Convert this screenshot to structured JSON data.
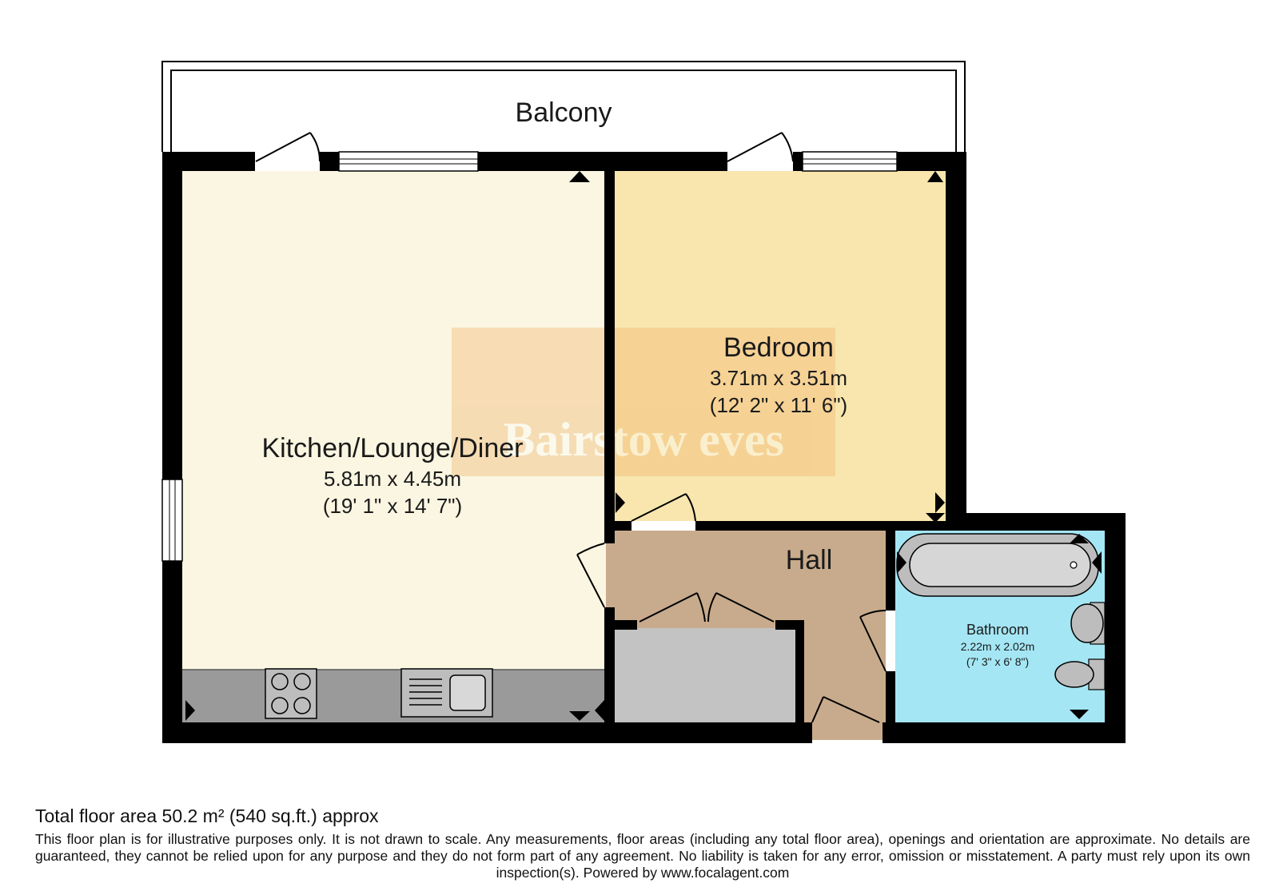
{
  "rooms": {
    "balcony": {
      "name": "Balcony"
    },
    "kitchen": {
      "name": "Kitchen/Lounge/Diner",
      "metric": "5.81m x 4.45m",
      "imperial": "(19' 1\" x 14' 7\")"
    },
    "bedroom": {
      "name": "Bedroom",
      "metric": "3.71m x 3.51m",
      "imperial": "(12' 2\" x 11' 6\")"
    },
    "hall": {
      "name": "Hall"
    },
    "bathroom": {
      "name": "Bathroom",
      "metric": "2.22m x 2.02m",
      "imperial": "(7' 3\" x 6' 8\")"
    }
  },
  "watermark": "Bairstow eves",
  "footer": {
    "total_area": "Total floor area 50.2 m² (540 sq.ft.) approx",
    "disclaimer": "This floor plan is for illustrative purposes only. It is not drawn to scale. Any measurements, floor areas (including any total floor area), openings and orientation are approximate. No details are guaranteed, they cannot be relied upon for any purpose and they do not form part of any agreement. No liability is taken for any error, omission or misstatement. A party must rely upon its own inspection(s). Powered by www.focalagent.com"
  },
  "colors": {
    "wall": "#000000",
    "kitchen_floor": "#faf6e1",
    "bedroom_floor": "#f8e6ae",
    "hall_floor": "#c8ab8c",
    "bathroom_floor": "#a4e6f4",
    "cupboard_floor": "#c3c3c3",
    "worktop": "#9a9a9a",
    "watermark_box": "#f2b36b"
  }
}
